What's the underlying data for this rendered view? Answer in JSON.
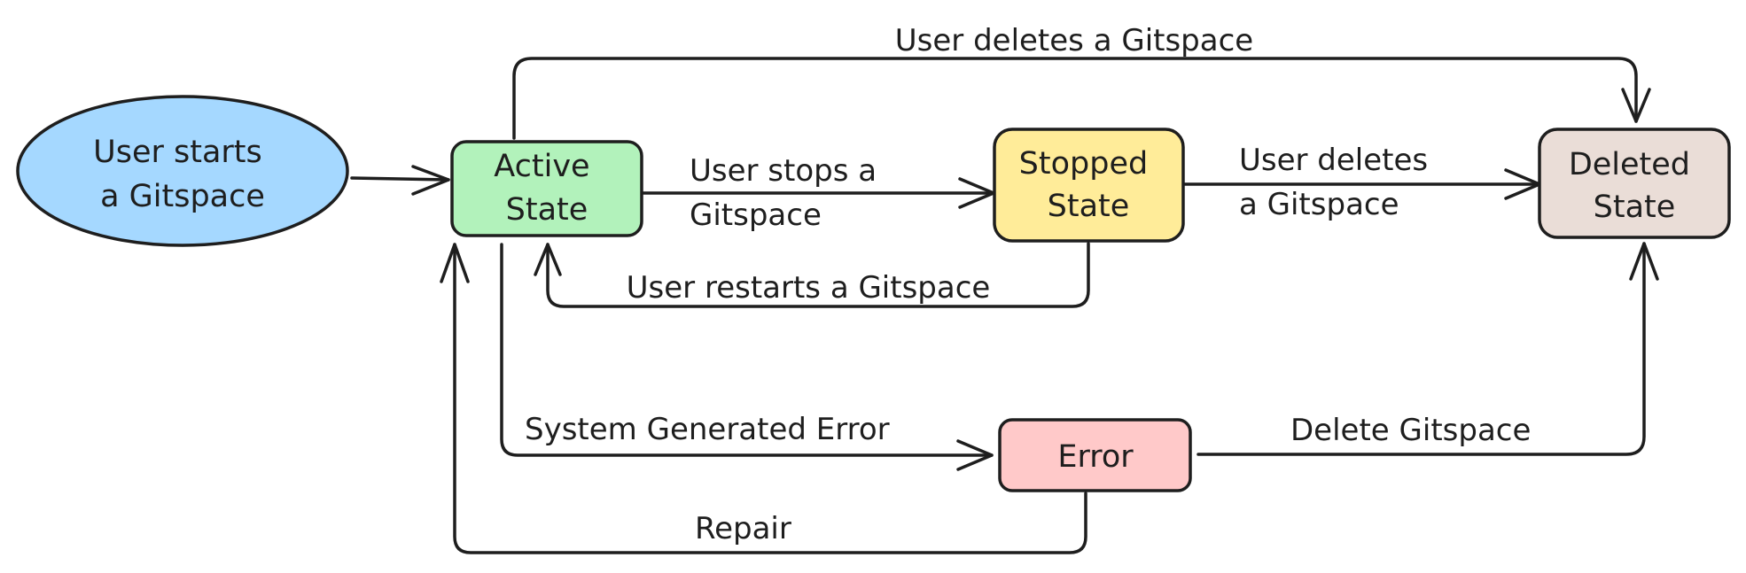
{
  "nodes": {
    "start": {
      "lines": [
        "User starts",
        "a Gitspace"
      ],
      "color": "#a5d8ff"
    },
    "active": {
      "lines": [
        "Active",
        "State"
      ],
      "color": "#b2f2bb"
    },
    "stopped": {
      "lines": [
        "Stopped",
        "State"
      ],
      "color": "#ffec99"
    },
    "deleted": {
      "lines": [
        "Deleted",
        "State"
      ],
      "color": "#eaddd7"
    },
    "error": {
      "lines": [
        "Error"
      ],
      "color": "#ffc9c9"
    }
  },
  "edges": {
    "start_to_active": {
      "lines": []
    },
    "active_to_deleted": {
      "lines": [
        "User deletes a Gitspace"
      ]
    },
    "active_to_stopped": {
      "lines": [
        "User stops a",
        "Gitspace"
      ]
    },
    "stopped_to_deleted": {
      "lines": [
        "User deletes",
        "a Gitspace"
      ]
    },
    "stopped_to_active": {
      "lines": [
        "User restarts a Gitspace"
      ]
    },
    "active_to_error": {
      "lines": [
        "System Generated Error"
      ]
    },
    "error_to_deleted": {
      "lines": [
        "Delete Gitspace"
      ]
    },
    "error_to_active": {
      "lines": [
        "Repair"
      ]
    }
  }
}
